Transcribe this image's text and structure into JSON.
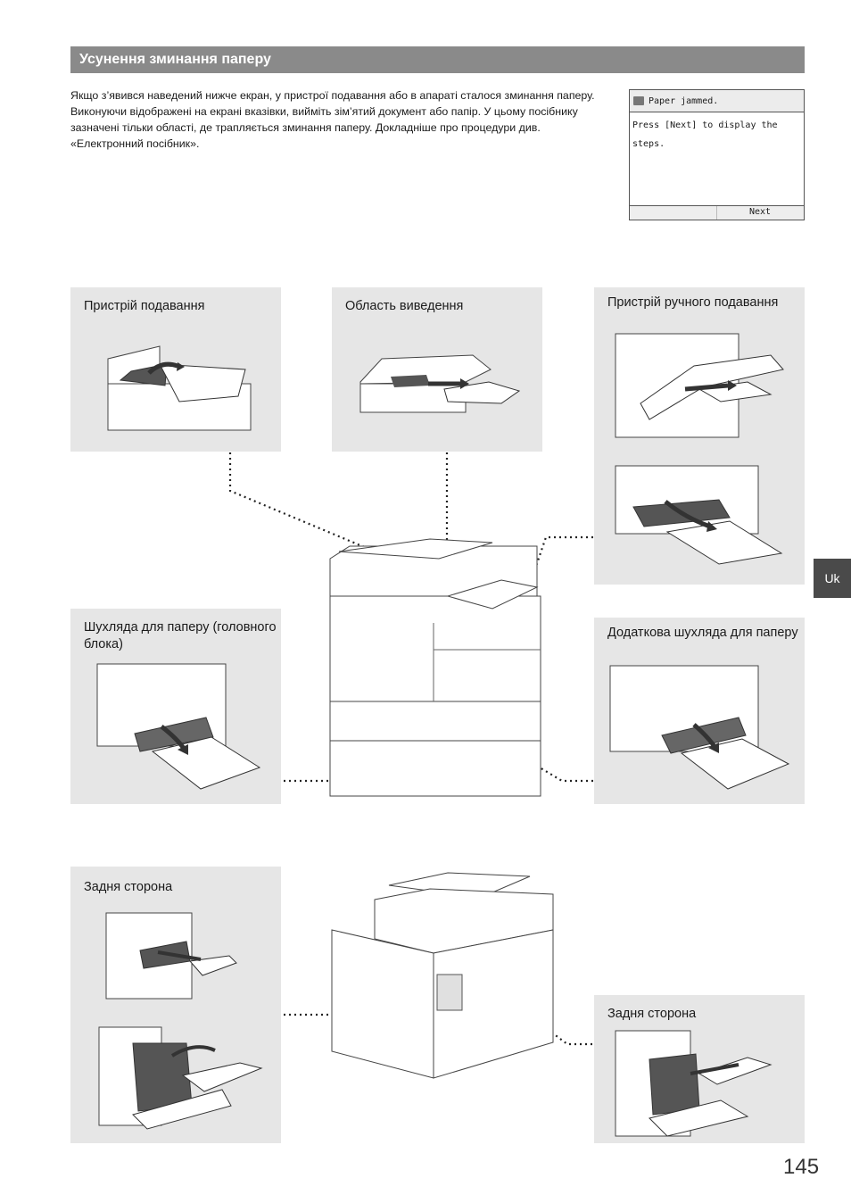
{
  "header": {
    "title": "Усунення зминання паперу"
  },
  "intro": {
    "text": "Якщо з’явився наведений нижче екран, у пристрої подавання або в апараті сталося зминання паперу. Виконуючи відображені на екрані вказівки, вийміть зім’ятий документ або папір. У цьому посібнику зазначені тільки області, де трапляється зминання паперу. Докладніше про процедури див. «Електронний посібник»."
  },
  "lcd": {
    "title": "Paper jammed.",
    "line1": "Press [Next] to display the",
    "line2": "steps.",
    "next": "Next"
  },
  "panels": {
    "feeder": "Пристрій подавання",
    "output": "Область виведення",
    "manual": "Пристрій ручного подавання",
    "main_drawer": "Шухляда для паперу (головного блока)",
    "optional_drawer": "Додаткова шухляда для паперу",
    "back_left": "Задня сторона",
    "back_right": "Задня сторона"
  },
  "lang_tab": "Uk",
  "page_number": "145"
}
